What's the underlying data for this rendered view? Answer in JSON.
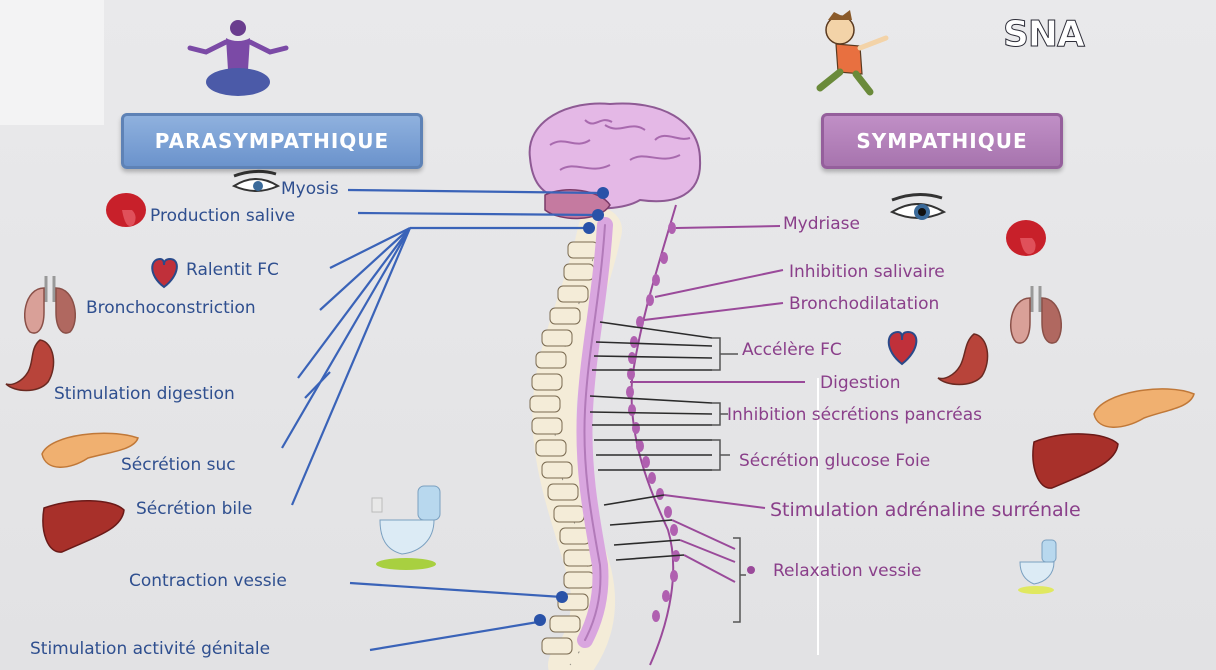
{
  "title": "SNA",
  "parasympathetic": {
    "heading": "PARASYMPATHIQUE",
    "effects": {
      "myosis": "Myosis",
      "saliva": "Production salive",
      "heart": "Ralentit FC",
      "bronchi": "Bronchoconstriction",
      "digestion": "Stimulation digestion",
      "juice": "Sécrétion suc",
      "bile": "Sécrétion bile",
      "bladder": "Contraction vessie",
      "genital": "Stimulation activité génitale"
    }
  },
  "sympathetic": {
    "heading": "SYMPATHIQUE",
    "effects": {
      "mydriasis": "Mydriase",
      "saliva": "Inhibition salivaire",
      "bronchi": "Bronchodilatation",
      "heart": "Accélère FC",
      "digestion": "Digestion",
      "pancreas": "Inhibition sécrétions pancréas",
      "liver": "Sécrétion glucose Foie",
      "adrenal": "Stimulation adrénaline surrénale",
      "bladder": "Relaxation vessie"
    }
  },
  "colors": {
    "parasympathetic": "#3a63b8",
    "sympathetic": "#9a4a9a",
    "spinal_cord": "#d9a6df",
    "vertebra": "#f4ecd8",
    "brain": "#e4b8e6"
  },
  "icons": [
    "meditation-icon",
    "running-person-icon",
    "eye-icon",
    "tongue-icon",
    "heart-icon",
    "lungs-icon",
    "stomach-icon",
    "pancreas-icon",
    "liver-icon",
    "toilet-icon"
  ]
}
